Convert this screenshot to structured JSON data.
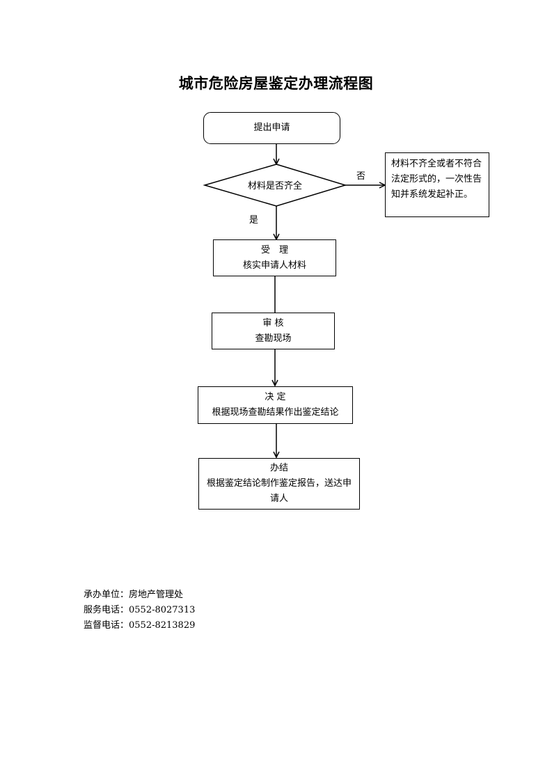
{
  "title": "城市危险房屋鉴定办理流程图",
  "steps": {
    "submit": {
      "label": "提出申请"
    },
    "check": {
      "label": "材料是否齐全"
    },
    "reject_note": {
      "text": "材料不齐全或者不符合法定形式的，一次性告知并系统发起补正。"
    },
    "accept": {
      "title": "受　理",
      "desc": "核实申请人材料"
    },
    "review": {
      "title": "审 核",
      "desc": "查勘现场"
    },
    "decide": {
      "title": "决 定",
      "desc": "根据现场查勘结果作出鉴定结论"
    },
    "finish": {
      "title": "办结",
      "desc": "根据鉴定结论制作鉴定报告，送达申请人"
    }
  },
  "edge_labels": {
    "no": "否",
    "yes": "是"
  },
  "footer": {
    "unit": "承办单位：房地产管理处",
    "service_phone": "服务电话：0552-8027313",
    "supervision_phone": "监督电话：0552-8213829"
  }
}
